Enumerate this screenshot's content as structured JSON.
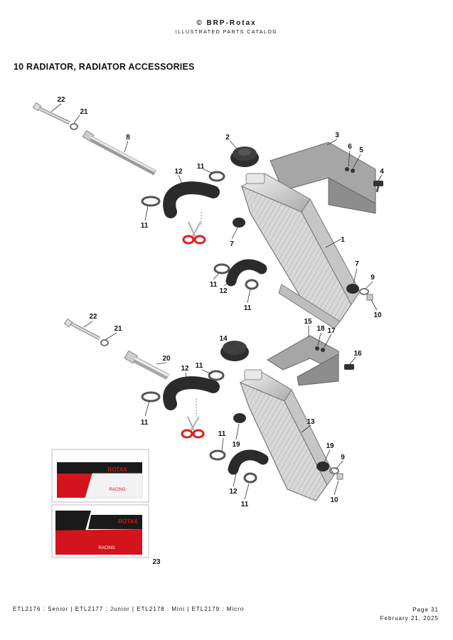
{
  "header": {
    "brand": "© BRP-Rotax",
    "subtitle": "ILLUSTRATED PARTS CATALOG"
  },
  "section": {
    "title": "10  RADIATOR, RADIATOR ACCESSORIES"
  },
  "illustration": {
    "callouts": [
      "22",
      "21",
      "8",
      "2",
      "3",
      "6",
      "5",
      "4",
      "12",
      "11",
      "11",
      "7",
      "1",
      "11",
      "12",
      "11",
      "7",
      "9",
      "10",
      "22",
      "21",
      "20",
      "14",
      "15",
      "18",
      "17",
      "16",
      "12",
      "11",
      "11",
      "13",
      "11",
      "19",
      "19",
      "9",
      "12",
      "11",
      "10",
      "23"
    ],
    "sticker_top": {
      "title": "ROTAX",
      "sub": "RACING"
    },
    "sticker_bottom": {
      "title": "ROTAX",
      "sub": "RACING"
    }
  },
  "footer": {
    "models": "ETL2176 : Senior | ETL2177 : Junior | ETL2178 : Mini | ETL2179 : Micro",
    "page": "Page 31",
    "date": "February 21, 2025"
  }
}
